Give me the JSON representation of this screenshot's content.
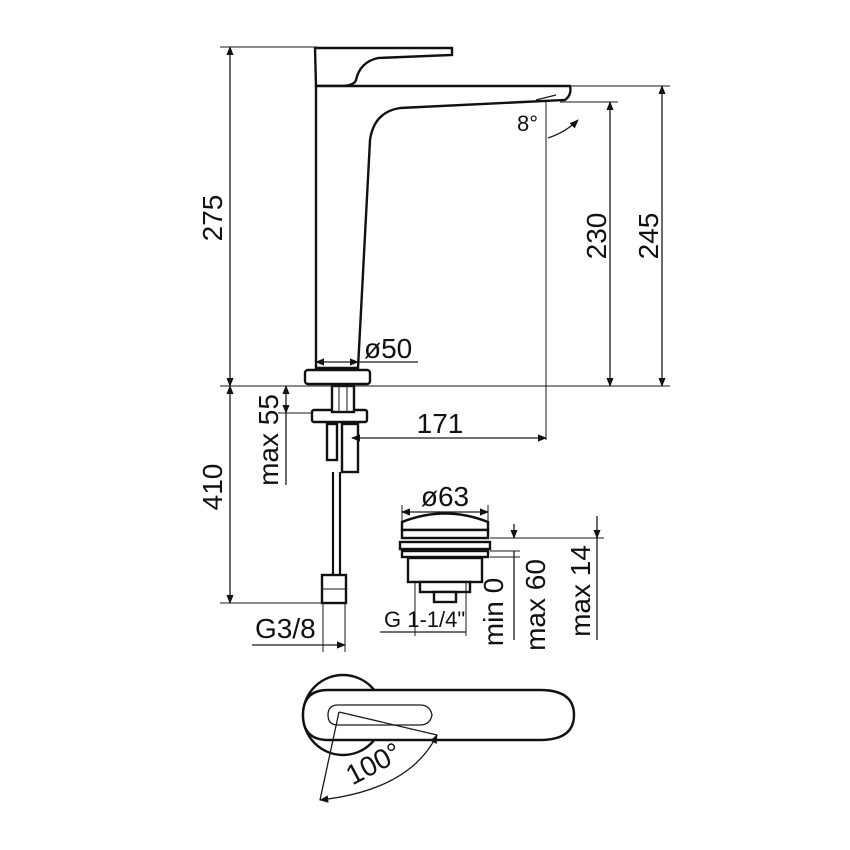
{
  "dimensions": {
    "total_height": "275",
    "spout_height": "230",
    "outlet_height": "245",
    "spout_angle": "8°",
    "base_diameter": "ø50",
    "max_deck": "max 55",
    "reach": "171",
    "hose_length": "410",
    "connection": "G3/8",
    "waste_diameter": "ø63",
    "waste_thread": "G 1-1/4\"",
    "min_thick": "min 0",
    "max_thick": "max 60",
    "max_plug": "max 14",
    "rotation": "100°"
  }
}
